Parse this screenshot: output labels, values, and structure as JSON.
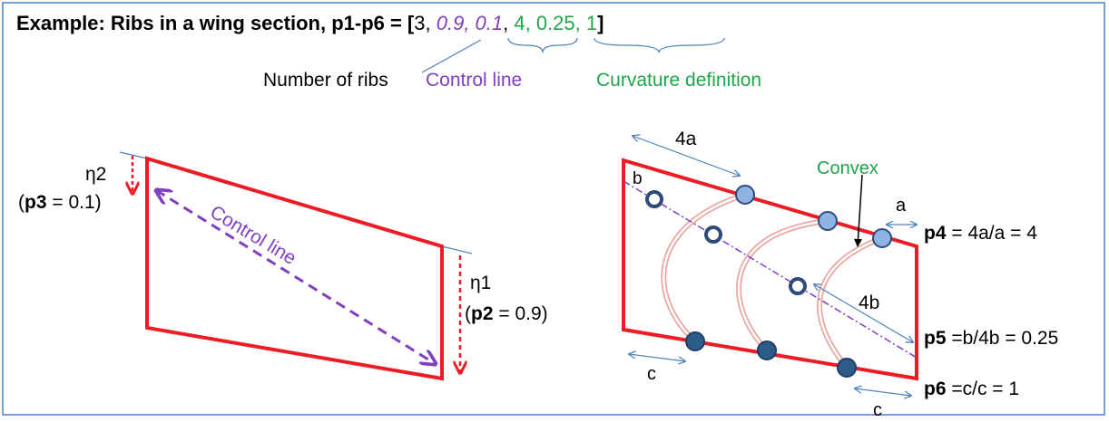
{
  "colors": {
    "outline": "#ed1c24",
    "control": "#7f3fbf",
    "curvature": "#1ea64a",
    "arrows": "#4f81bd",
    "text": "#000000",
    "node_dark": "#2e5c8a",
    "node_light": "#8eb4e3",
    "node_border": "#2e4a7a",
    "rib": "#e8a7a0",
    "border": "#4f81bd"
  },
  "header": {
    "prefix": "Example:  Ribs in a wing section, p1-p6 = [",
    "v1": "3",
    "sep1": ", ",
    "v2": "0.9, 0.1",
    "sep2": ", ",
    "v3": "4, 0.25, 1",
    "suffix": "]"
  },
  "legend": {
    "ribs": "Number of ribs",
    "control": "Control line",
    "curvature": "Curvature definition"
  },
  "left": {
    "eta2": "η2",
    "p3_open": "(",
    "p3_name": "p3",
    "p3_rest": " = 0.1)",
    "eta1": "η1",
    "p2_open": "(",
    "p2_name": "p2",
    "p2_rest": " = 0.9)",
    "control_label": "Control line"
  },
  "right": {
    "dim_4a": "4a",
    "dim_b": "b",
    "dim_a": "a",
    "dim_4b": "4b",
    "dim_c1": "c",
    "dim_c2": "c",
    "convex": "Convex",
    "p4_name": "p4",
    "p4_rest": " = 4a/a = 4",
    "p5_name": "p5",
    "p5_rest": " =b/4b = 0.25",
    "p6_name": "p6",
    "p6_rest": " =c/c = 1"
  }
}
